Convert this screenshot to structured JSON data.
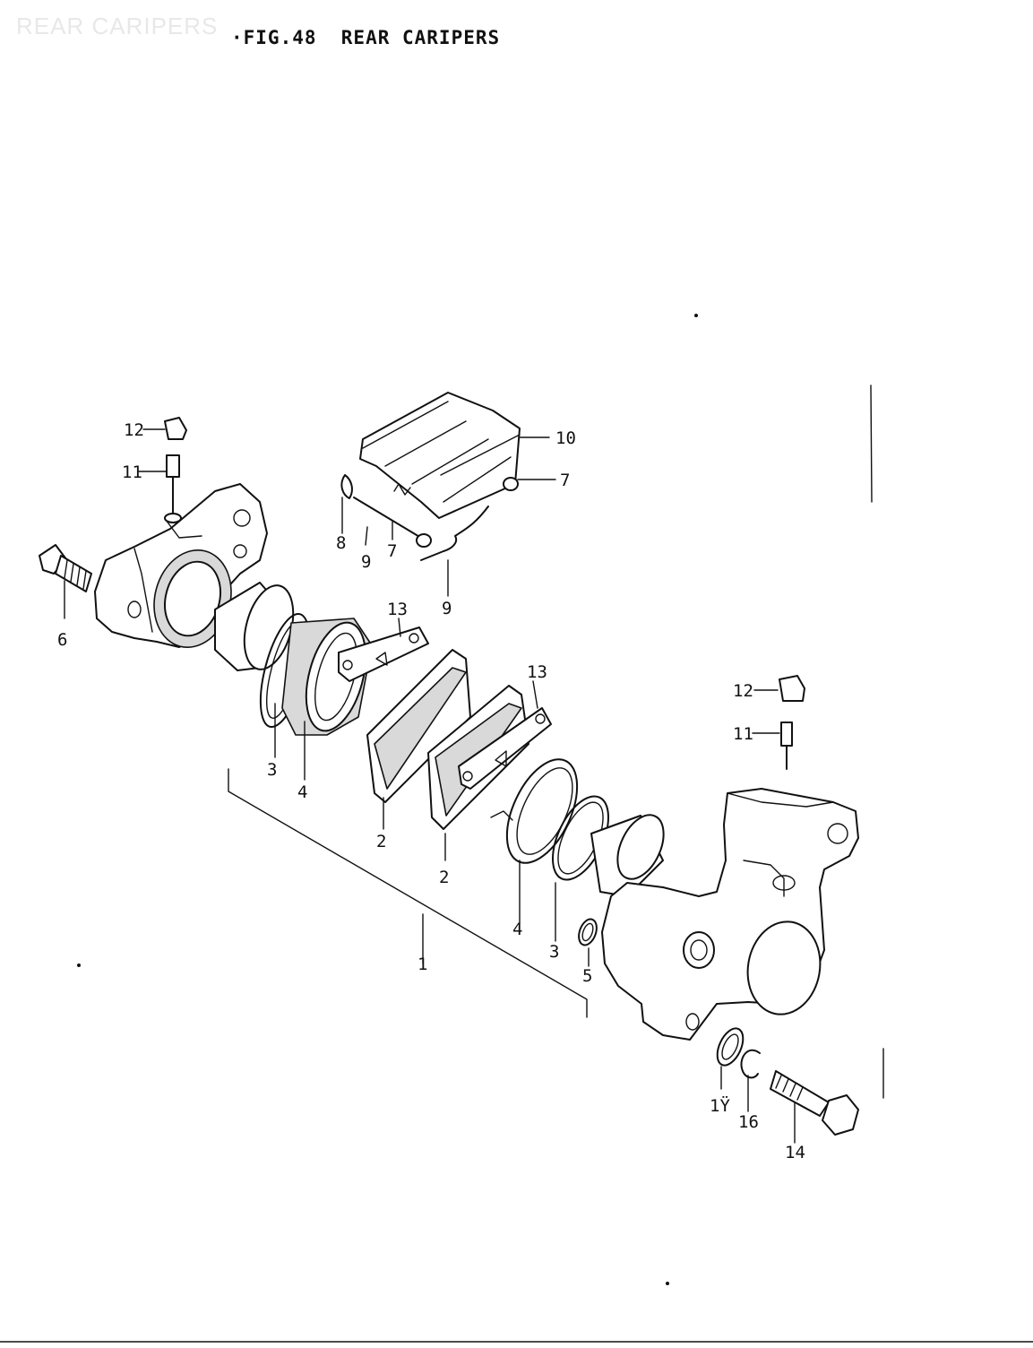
{
  "watermark": "REAR CARIPERS",
  "figure_title": "·FIG.48  REAR CARIPERS",
  "callouts": {
    "c1": "1",
    "c2a": "2",
    "c2b": "2",
    "c3a": "3",
    "c3b": "3",
    "c4a": "4",
    "c4b": "4",
    "c5": "5",
    "c6": "6",
    "c7a": "7",
    "c7b": "7",
    "c8": "8",
    "c9a": "9",
    "c9b": "9",
    "c10": "10",
    "c11a": "11",
    "c11b": "11",
    "c12a": "12",
    "c12b": "12",
    "c13a": "13",
    "c13b": "13",
    "c14": "14",
    "c15": "1Ÿ",
    "c16": "16"
  }
}
